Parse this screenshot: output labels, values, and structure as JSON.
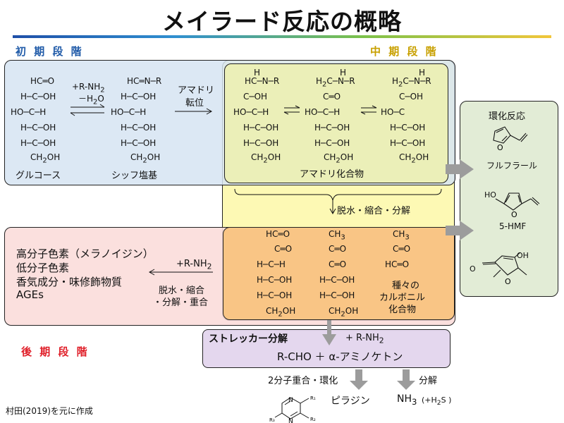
{
  "title": "メイラード反応の概略",
  "stages": {
    "early": "初 期 段 階",
    "middle": "中 期 段 階",
    "late": "後 期 段 階"
  },
  "early": {
    "glucose_label": "グルコース",
    "schiff_label": "シッフ塩基",
    "reagent": "+R-NH",
    "reagent_sub": "2",
    "water": "－H",
    "water_sub": "2",
    "water_end": "O",
    "amadori_rearr_1": "アマドリ",
    "amadori_rearr_2": "転位"
  },
  "middle": {
    "amadori_label": "アマドリ化合物",
    "dehydration": "脱水・縮合・分解"
  },
  "cyclization": {
    "title": "環化反応",
    "furfural": "フルフラール",
    "hmf": "5-HMF"
  },
  "late": {
    "products": [
      "高分子色素（メラノイジン）",
      "低分子色素",
      "香気成分・味修飾物質",
      "AGEs"
    ],
    "reagent": "+R-NH",
    "reagent_sub": "2",
    "cond_1": "脱水・縮合",
    "cond_2": "・分解・重合",
    "carbonyl_1": "種々の",
    "carbonyl_2": "カルボニル",
    "carbonyl_3": "化合物"
  },
  "strecker": {
    "title": "ストレッカー分解",
    "reagent": "+ R-NH",
    "reagent_sub": "2",
    "products": "R-CHO ＋ α-アミノケトン",
    "path1": "2分子重合・環化",
    "pyrazine": "ピラジン",
    "path2": "分解",
    "ammonia": "NH",
    "ammonia_sub": "3",
    "h2s": "(+H",
    "h2s_sub": "2",
    "h2s_end": "S )"
  },
  "source": "村田(2019)を元に作成",
  "colors": {
    "early_panel": "#dfe9f4",
    "middle_panel": "#fdf9b4",
    "amadori_box": "#ebefb8",
    "late_panel": "#fbe1de",
    "carbonyl_box": "#f9c585",
    "cyclization_panel": "#e2ecd6",
    "strecker_panel": "#e4d7ee",
    "early_text": "#1f5aa8",
    "middle_text": "#c8a000",
    "late_text": "#e0202a",
    "arrow_gray": "#9c9c9c"
  }
}
